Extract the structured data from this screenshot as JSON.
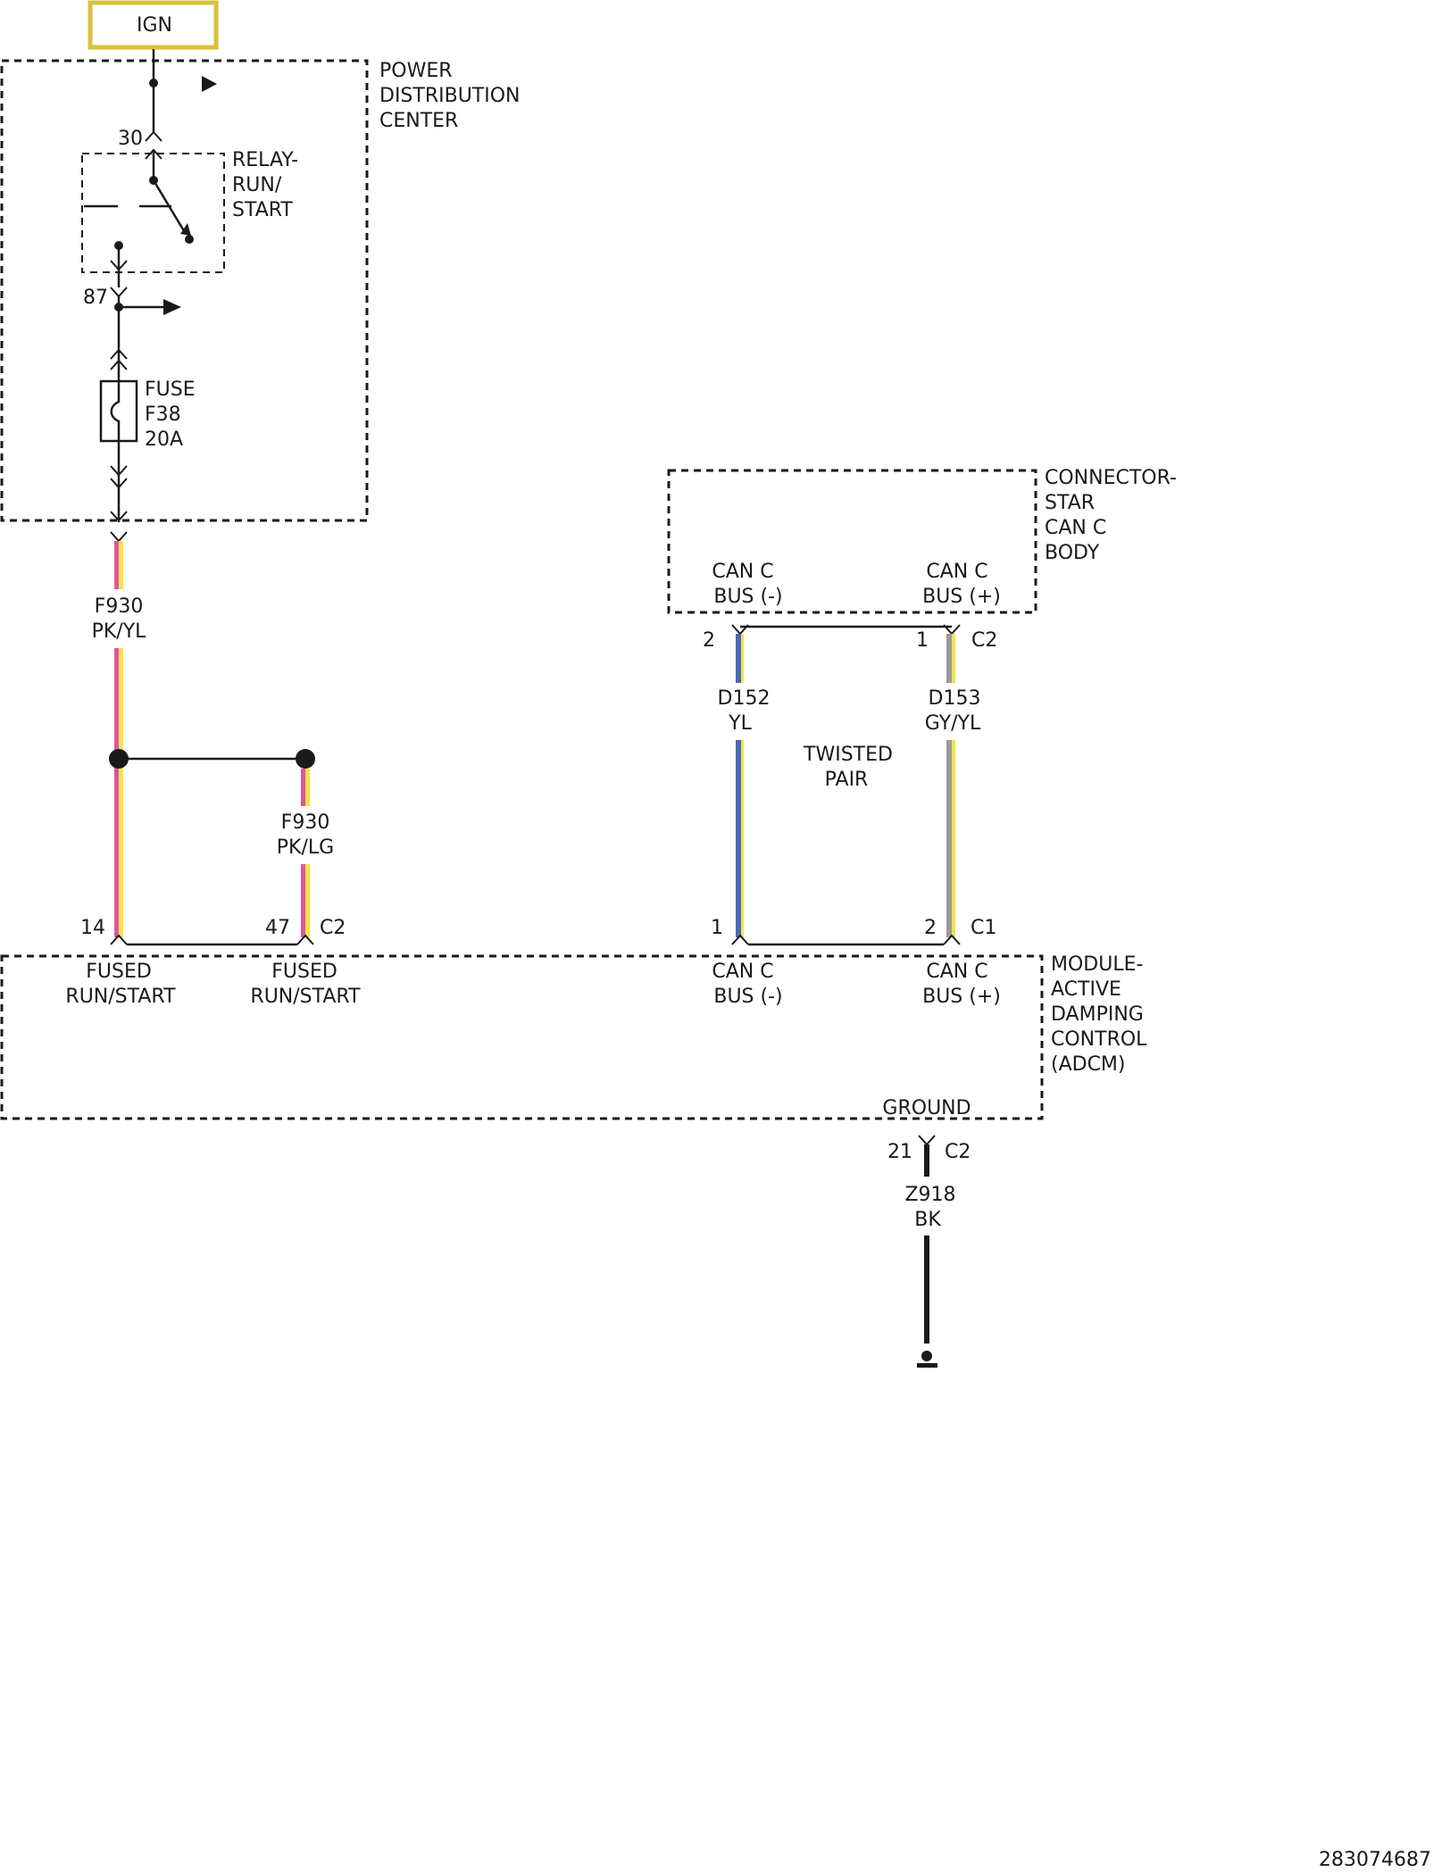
{
  "source": {
    "label": "IGN",
    "color": "#d9c13a"
  },
  "pdc": {
    "title": [
      "POWER",
      "DISTRIBUTION",
      "CENTER"
    ],
    "relay": {
      "label": [
        "RELAY-",
        "RUN/",
        "START"
      ],
      "pin_in": "30",
      "pin_out": "87"
    },
    "fuse": {
      "label": [
        "FUSE",
        "F38",
        "20A"
      ]
    }
  },
  "wires": {
    "main": {
      "circuit": "F930",
      "color_code": "PK/YL",
      "colors": [
        "#e0559a",
        "#f2e34a"
      ]
    },
    "branch": {
      "circuit": "F930",
      "color_code": "PK/LG",
      "colors": [
        "#e0559a",
        "#f2e34a"
      ]
    },
    "can_minus": {
      "circuit": "D152",
      "color_code": "YL",
      "colors": [
        "#4a68b8",
        "#f2e34a"
      ]
    },
    "can_plus": {
      "circuit": "D153",
      "color_code": "GY/YL",
      "colors": [
        "#9a9a9a",
        "#f2e34a"
      ]
    },
    "ground": {
      "circuit": "Z918",
      "color_code": "BK",
      "colors": [
        "#111111"
      ]
    }
  },
  "star_connector": {
    "title": [
      "CONNECTOR-",
      "STAR",
      "CAN C",
      "BODY"
    ],
    "pin_minus_label": [
      "CAN C",
      "BUS (-)"
    ],
    "pin_plus_label": [
      "CAN C",
      "BUS (+)"
    ],
    "pin_minus": "2",
    "pin_plus": "1",
    "connector": "C2"
  },
  "twisted_pair": [
    "TWISTED",
    "PAIR"
  ],
  "module": {
    "title": [
      "MODULE-",
      "ACTIVE",
      "DAMPING",
      "CONTROL",
      "(ADCM)"
    ],
    "pins": {
      "p14": {
        "pin": "14",
        "label": [
          "FUSED",
          "RUN/START"
        ]
      },
      "p47": {
        "pin": "47",
        "label": [
          "FUSED",
          "RUN/START"
        ],
        "connector": "C2"
      },
      "p1": {
        "pin": "1",
        "label": [
          "CAN C",
          "BUS (-)"
        ]
      },
      "p2": {
        "pin": "2",
        "label": [
          "CAN C",
          "BUS (+)"
        ],
        "connector": "C1"
      }
    },
    "ground_label": "GROUND",
    "ground_pin": "21",
    "ground_connector": "C2"
  },
  "figure_id": "283074687"
}
